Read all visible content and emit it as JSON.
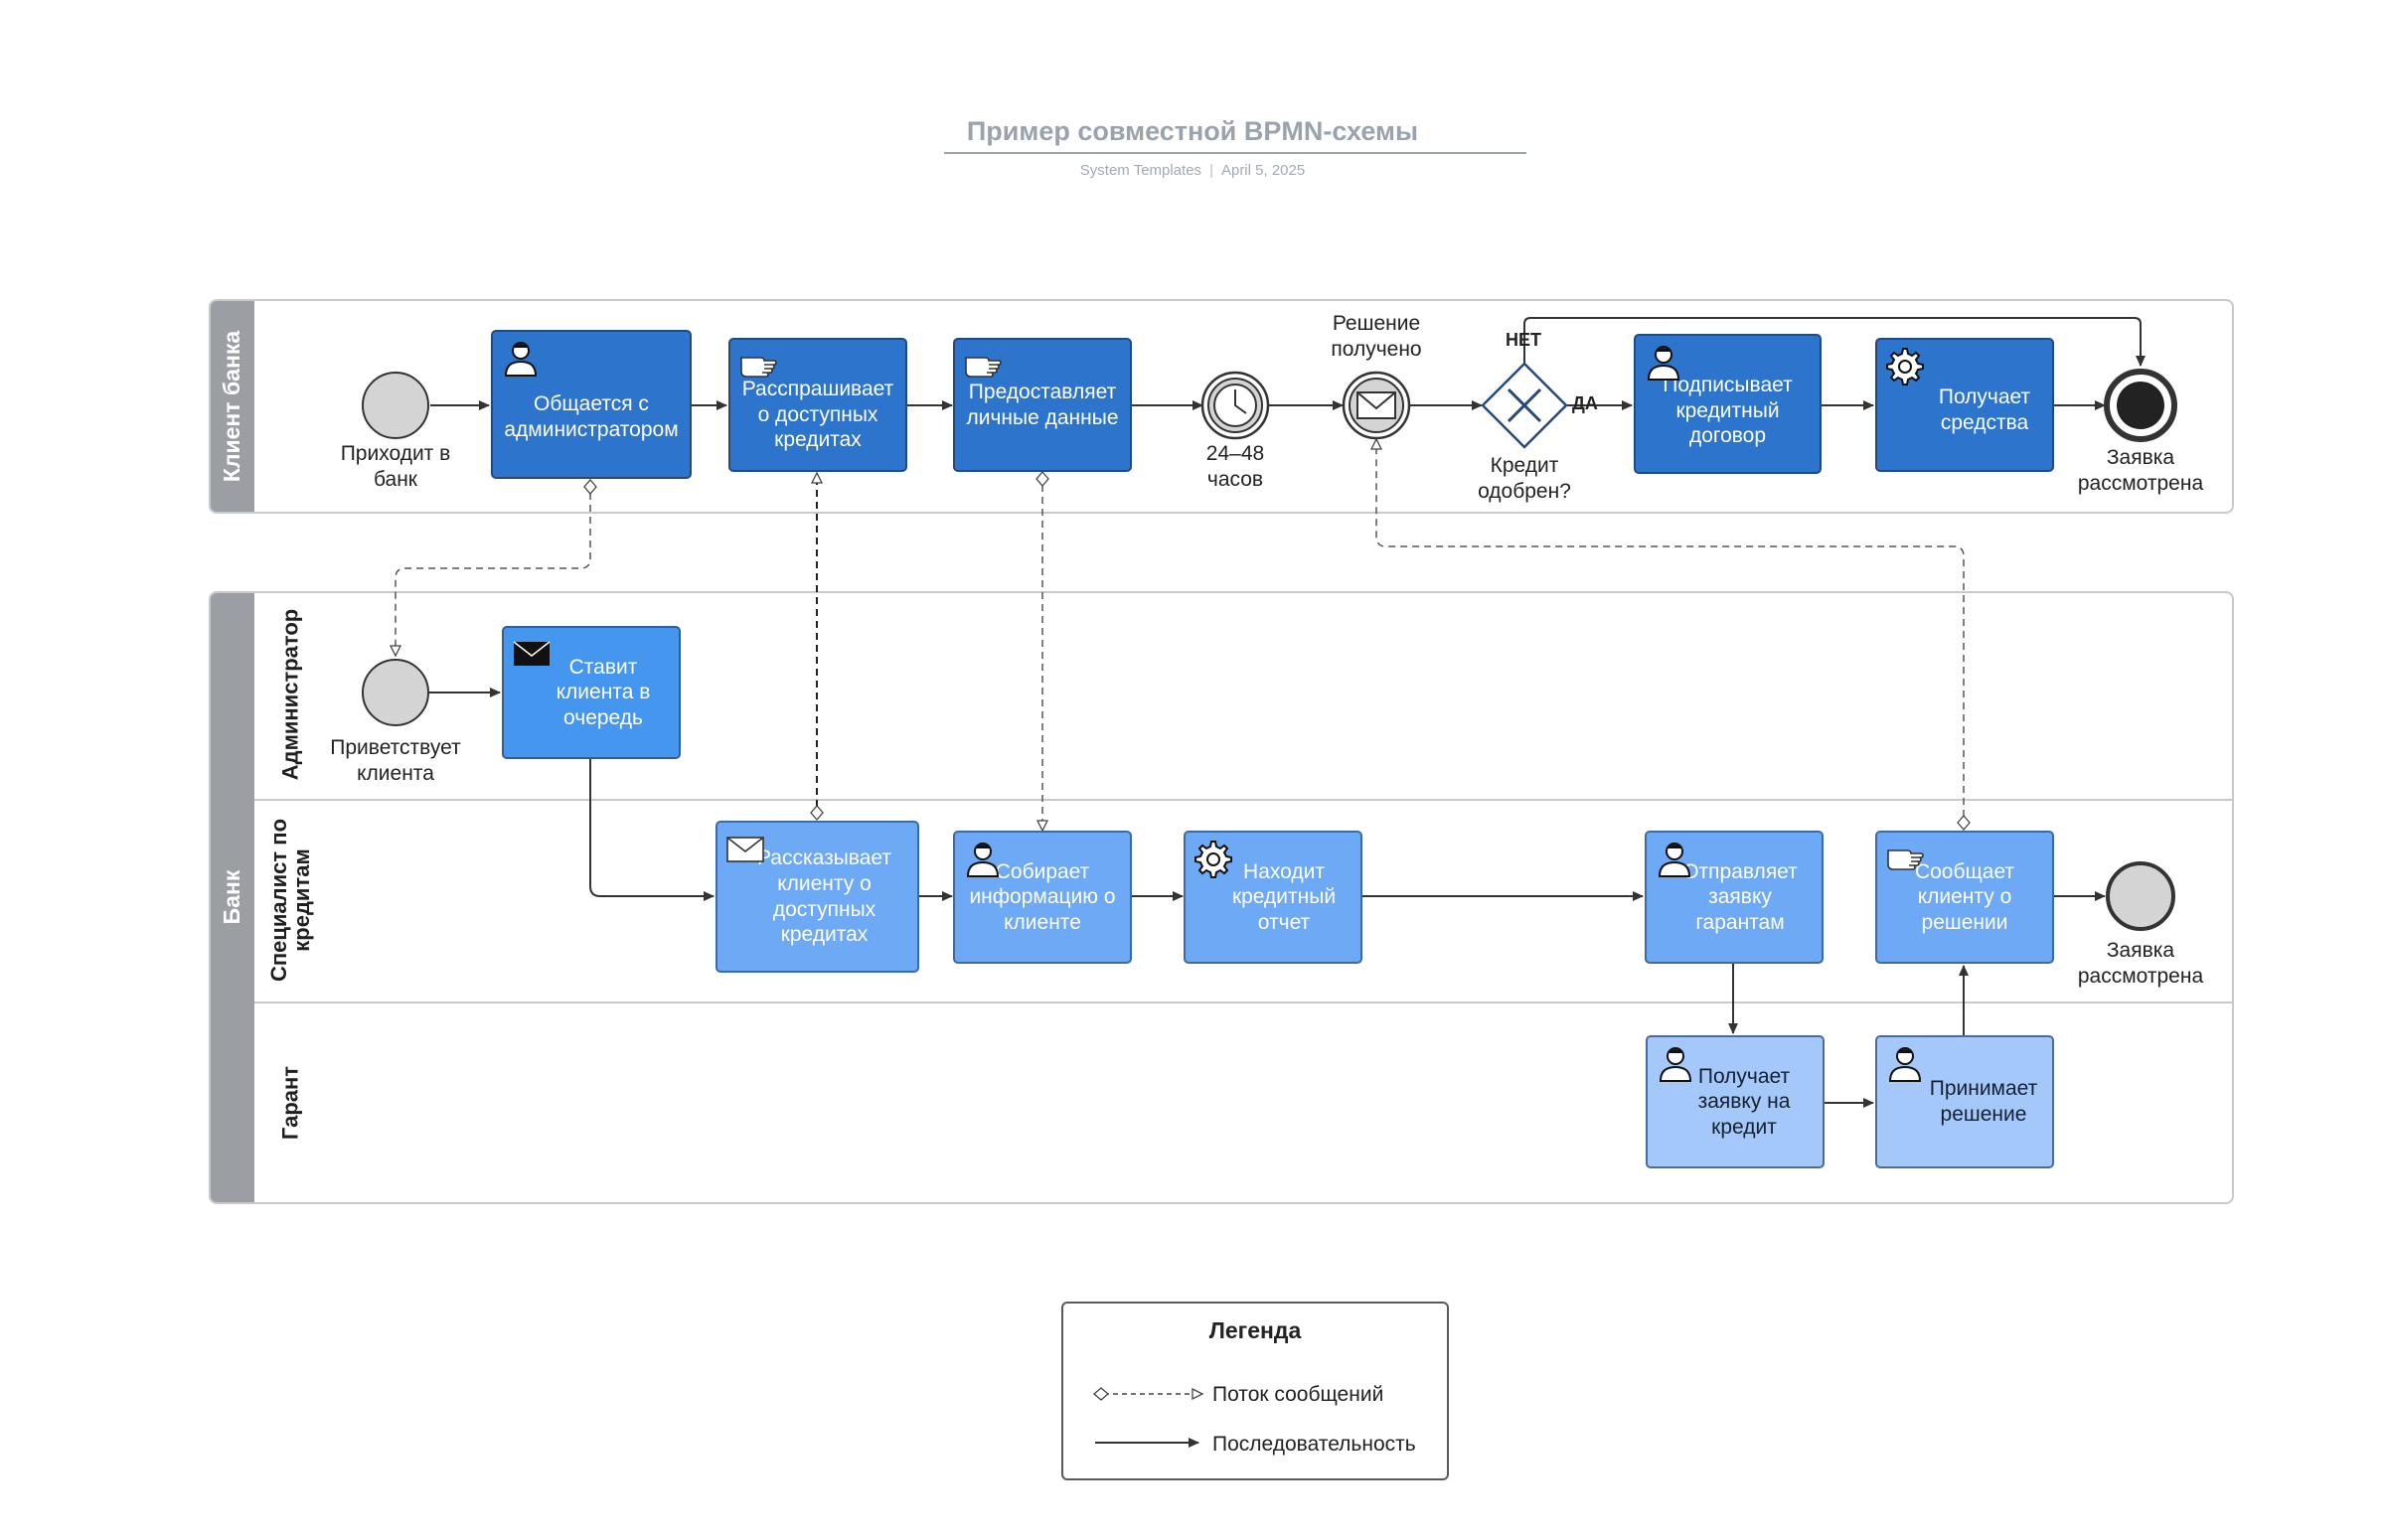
{
  "header": {
    "title": "Пример совместной BPMN-схемы",
    "source": "System Templates",
    "separator": "|",
    "date": "April 5, 2025"
  },
  "pools": {
    "client": {
      "label": "Клиент банка"
    },
    "bank": {
      "label": "Банк",
      "lanes": {
        "admin": "Администратор",
        "credit": "Специалист по кредитам",
        "guarantor": "Гарант"
      }
    }
  },
  "events": {
    "client_start": "Приходит в банк",
    "timer": "24–48 часов",
    "message_catch": "Решение получено",
    "client_end": "Заявка рассмотрена",
    "admin_start": "Приветствует клиента",
    "credit_end": "Заявка рассмотрена"
  },
  "gateway": {
    "label": "Кредит одобрен?",
    "no_label": "НЕТ",
    "yes_label": "ДА"
  },
  "tasks": {
    "talk_admin": {
      "label": "Общается с администратором",
      "icon": "user-icon"
    },
    "ask_credits": {
      "label": "Расспрашивает о доступных кредитах",
      "icon": "manual-hand-icon"
    },
    "provide_data": {
      "label": "Предоставляет личные данные",
      "icon": "manual-hand-icon"
    },
    "sign_contract": {
      "label": "Подписывает кредитный договор",
      "icon": "user-icon"
    },
    "receive_funds": {
      "label": "Получает средства",
      "icon": "gear-icon"
    },
    "queue_client": {
      "label": "Ставит клиента в очередь",
      "icon": "envelope-filled-icon"
    },
    "tell_credits": {
      "label": "Рассказывает клиенту о доступных кредитах",
      "icon": "envelope-icon"
    },
    "collect_info": {
      "label": "Собирает информацию о клиенте",
      "icon": "user-icon"
    },
    "credit_report": {
      "label": "Находит кредитный отчет",
      "icon": "gear-icon"
    },
    "send_guarantors": {
      "label": "Отправляет заявку гарантам",
      "icon": "user-icon"
    },
    "notify_decision": {
      "label": "Сообщает клиенту о решении",
      "icon": "manual-hand-icon"
    },
    "get_request": {
      "label": "Получает заявку на кредит",
      "icon": "user-icon"
    },
    "make_decision": {
      "label": "Принимает решение",
      "icon": "user-icon"
    }
  },
  "legend": {
    "title": "Легенда",
    "message_flow": "Поток сообщений",
    "sequence_flow": "Последовательность"
  },
  "colors": {
    "task_dark": "#2d74cc",
    "task_mid": "#4596ef",
    "task_light": "#6ea9f5",
    "task_pale": "#a5c8fa",
    "pool_bar": "#9b9fa4",
    "event_fill": "#d4d4d4"
  }
}
